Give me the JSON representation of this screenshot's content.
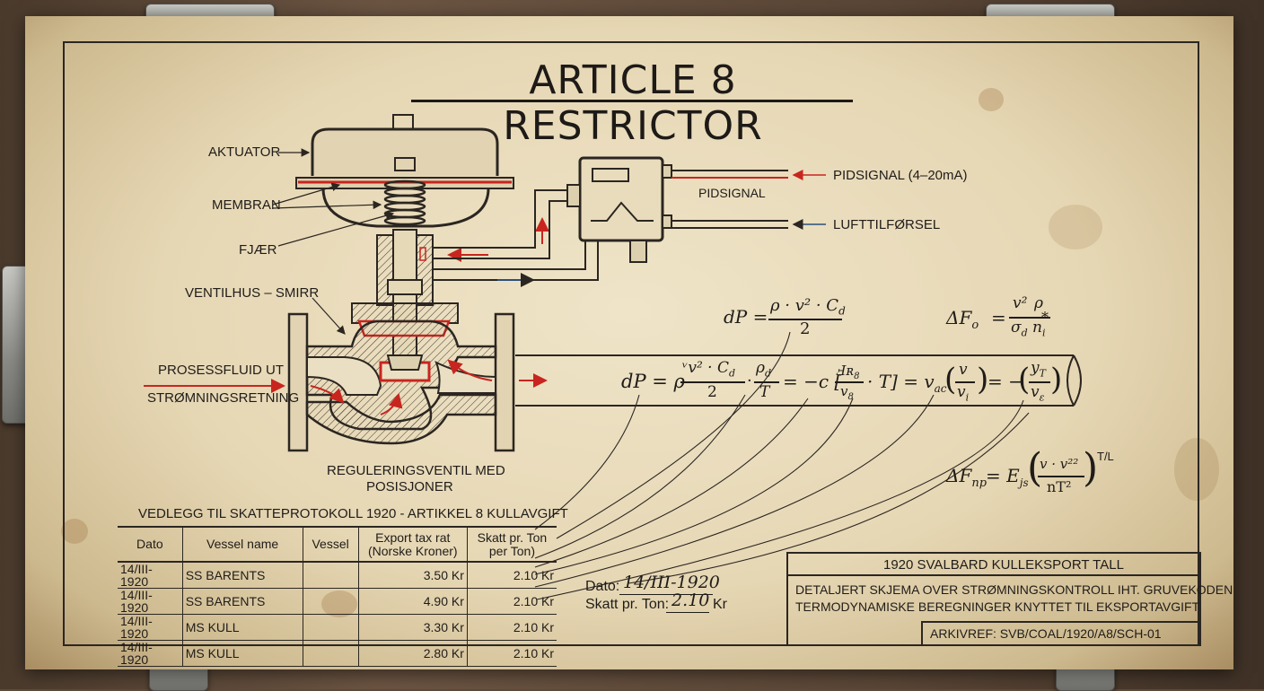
{
  "title": "ARTICLE 8 RESTRICTOR",
  "valve_labels": {
    "aktuator": "AKTUATOR",
    "membran": "MEMBRAN",
    "fjaer": "FJÆR",
    "ventilhus": "VENTILHUS – SMIRR",
    "prosessfluid": "PROSESSFLUID UT",
    "stromning": "STRØMNINGSRETNING",
    "regulering_line1": "REGULERINGSVENTIL MED",
    "regulering_line2": "POSISJONER"
  },
  "controller": {
    "box_label": "PIDSIGNAL",
    "signal_in": "PIDSIGNAL (4–20mA)",
    "air_supply": "LUFTTILFØRSEL"
  },
  "equations": {
    "eq1_lhs": "dP =",
    "eq1_num": "ρ · v² · C",
    "eq1_num_sub": "d",
    "eq1_den": "2",
    "eq2_lhs": "ΔF",
    "eq2_lhs_sub": "o",
    "eq2_eq": "=",
    "eq2_f1_num": "v²",
    "eq2_f1_den": "σ",
    "eq2_f1_den_sub": "d",
    "eq2_op": "*",
    "eq2_f2_num": "ρ",
    "eq2_f2_den": "n",
    "eq2_f2_den_sub": "i",
    "eq3_lhs": "dP = ρ",
    "eq3_f1_num": "ᵛv² · C",
    "eq3_f1_num_sub": "d",
    "eq3_f1_den": "2",
    "eq3_dot": "·",
    "eq3_f2_num": "ρ",
    "eq3_f2_num_sub": "d",
    "eq3_f2_den": "T",
    "eq3_mid": "= −c [",
    "eq3_f3_num": "Ⅎʀ",
    "eq3_f3_num_sub": "8",
    "eq3_f3_den": "v",
    "eq3_f3_den_sub": "8",
    "eq3_tail": "· T] = v",
    "eq3_tail_sub": "ac",
    "eq3_f4_num": "v",
    "eq3_f4_den": "v",
    "eq3_f4_den_sub": "i",
    "eq3_minus": "= −",
    "eq3_f5_num": "y",
    "eq3_f5_num_sub": "T",
    "eq3_f5_den": "v",
    "eq3_f5_den_sub": "ε",
    "eq4_lhs": "ΔF",
    "eq4_lhs_sub": "np",
    "eq4_eq": "= E",
    "eq4_eq_sub": "js",
    "eq4_num": "v · v²²",
    "eq4_den": "nT²",
    "eq4_exp": "T/L"
  },
  "table": {
    "caption": "VEDLEGG TIL SKATTEPROTOKOLL 1920 - ARTIKKEL 8 KULLAVGIFT",
    "headers": [
      "Dato",
      "Vessel name",
      "Vessel",
      "Export tax rat (Norske Kroner)",
      "Skatt pr. Ton per Ton)"
    ],
    "rows": [
      [
        "14/III-1920",
        "SS BARENTS",
        "",
        "3.50 Kr",
        "2.10 Kr"
      ],
      [
        "14/III-1920",
        "SS BARENTS",
        "",
        "4.90 Kr",
        "2.10 Kr"
      ],
      [
        "14/III-1920",
        "MS KULL",
        "",
        "3.30 Kr",
        "2.10 Kr"
      ],
      [
        "14/III-1920",
        "MS KULL",
        "",
        "2.80 Kr",
        "2.10 Kr"
      ]
    ]
  },
  "handnote": {
    "dato_label": "Dato:",
    "dato_value": "14/III-1920",
    "skatt_label": "Skatt pr. Ton:",
    "skatt_value": "2.10",
    "skatt_unit": "Kr"
  },
  "info_box": {
    "header": "1920 SVALBARD KULLEKSPORT TALL",
    "line1": "DETALJERT SKJEMA OVER STRØMNINGSKONTROLL IHT. GRUVEKODEN",
    "line2": "TERMODYNAMISKE BEREGNINGER KNYTTET TIL EKSPORTAVGIFT",
    "archive": "ARKIVREF: SVB/COAL/1920/A8/SCH-01"
  },
  "colors": {
    "paper": "#e6d7b4",
    "ink": "#1f1c19",
    "accent_red": "#c8251f",
    "board": "#5c4a3a"
  }
}
